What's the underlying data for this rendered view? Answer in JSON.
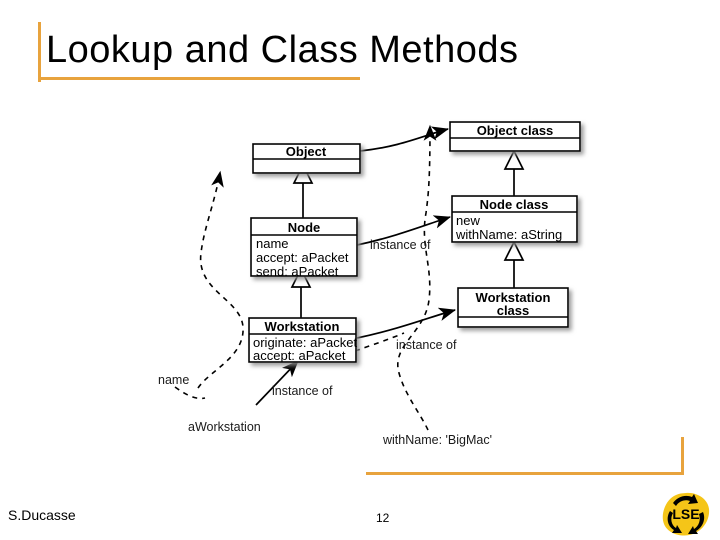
{
  "slide": {
    "title": "Lookup and Class Methods",
    "accent_color": "#e8a33d",
    "background": "#ffffff"
  },
  "diagram": {
    "type": "uml-class-and-metaclass-diagram",
    "instance_side_classes": [
      {
        "id": "object",
        "name": "Object",
        "members": []
      },
      {
        "id": "node",
        "name": "Node",
        "members": [
          "name",
          "accept: aPacket",
          "send: aPacket"
        ]
      },
      {
        "id": "workstation",
        "name": "Workstation",
        "members": [
          "originate: aPacket",
          "accept: aPacket"
        ]
      }
    ],
    "class_side_classes": [
      {
        "id": "object-class",
        "name": "Object class",
        "members": []
      },
      {
        "id": "node-class",
        "name": "Node class",
        "members": [
          "new",
          "withName: aString"
        ]
      },
      {
        "id": "workstation-class",
        "name_line1": "Workstation",
        "name_line2": "class",
        "members": []
      }
    ],
    "instance_of_labels": [
      "instance of",
      "instance of",
      "instance of"
    ],
    "object_labels": [
      "name",
      "aWorkstation",
      "withName: 'BigMac'"
    ]
  },
  "footer": {
    "author": "S.Ducasse",
    "page_number": "12",
    "logo_text": "LSE",
    "logo_color": "#f5c518"
  }
}
